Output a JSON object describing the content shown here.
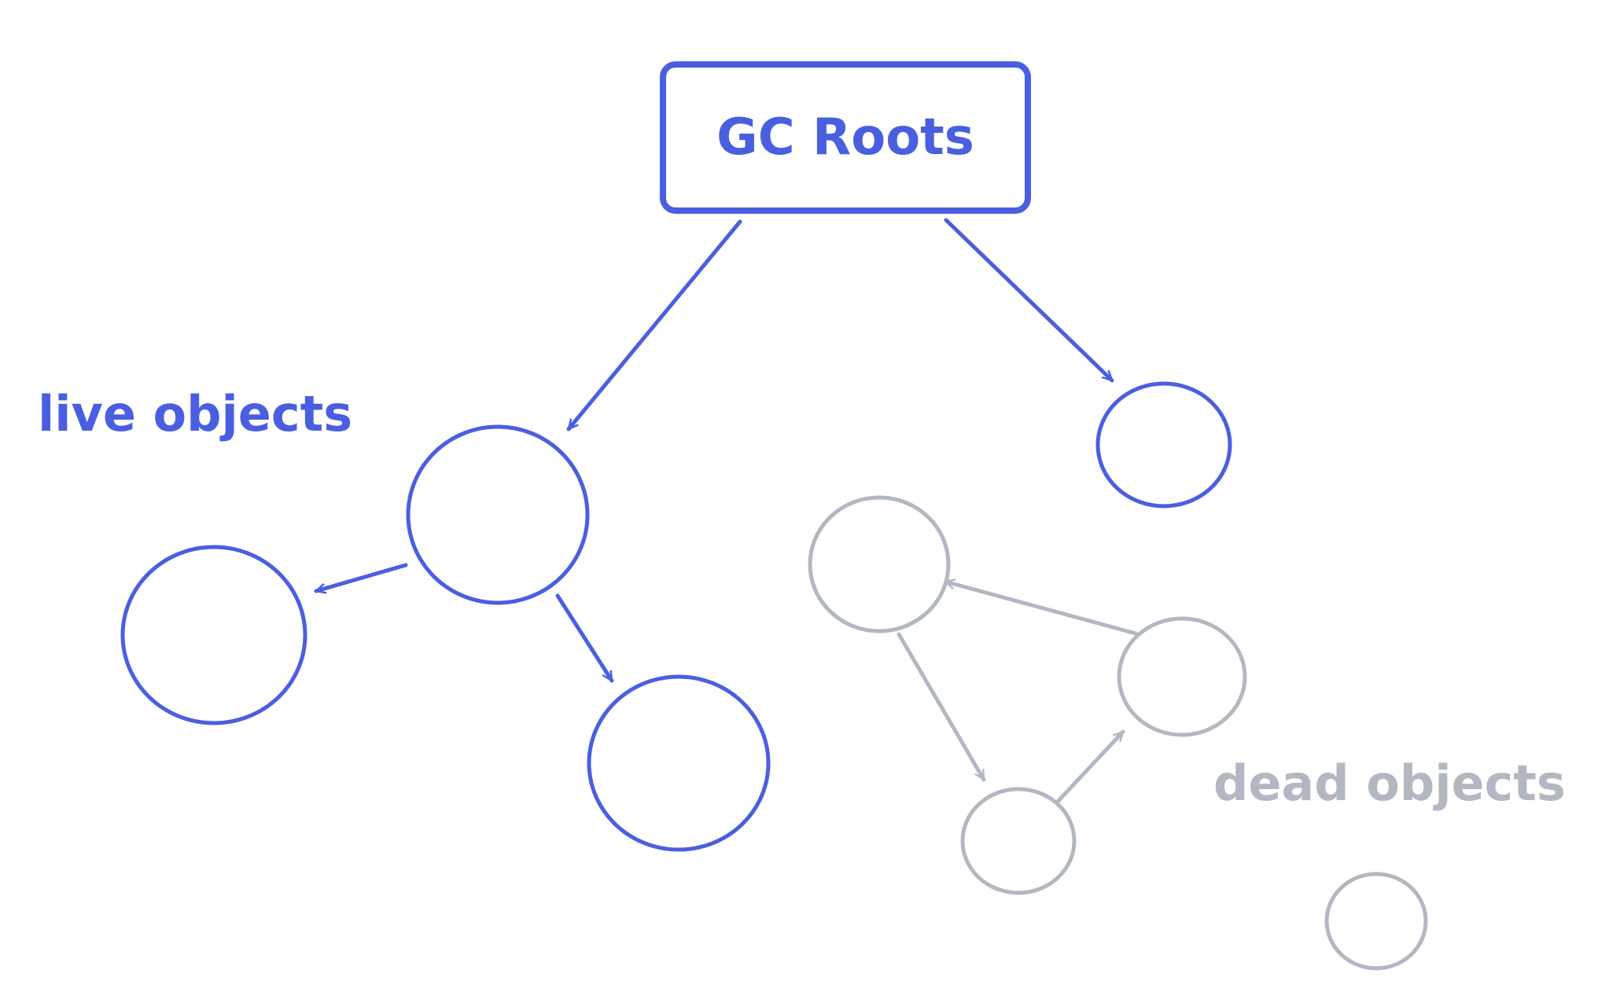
{
  "colors": {
    "live": "#4a5fe0",
    "dead": "#b2b8c2",
    "background": "#ffffff"
  },
  "root_label": "GC Roots",
  "live_label": "live objects",
  "dead_label": "dead objects"
}
